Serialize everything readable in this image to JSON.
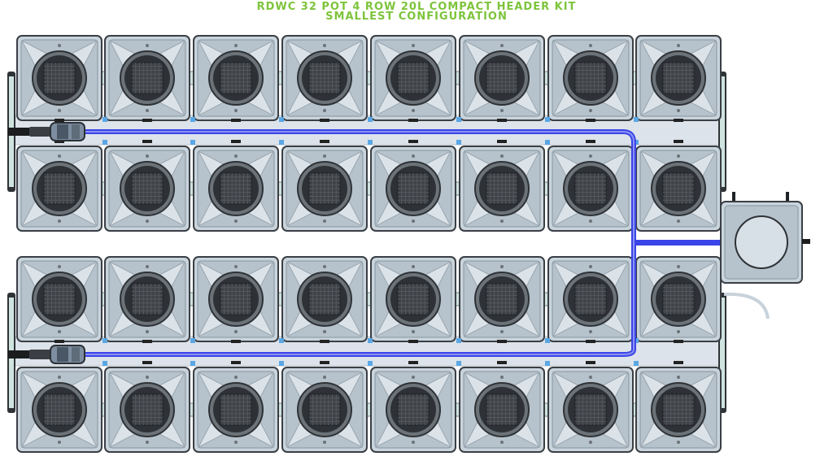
{
  "title": {
    "line1": "RDWC 32 POT 4 ROW 20L COMPACT HEADER KIT",
    "line2": "SMALLEST CONFIGURATION"
  },
  "colors": {
    "title": "#7dc43b",
    "pot_body": "#c9d4dc",
    "pot_face": "#b6c3cc",
    "pot_outline": "#3a3f44",
    "net_pot": "#2e3236",
    "net_pot_grid": "#55595e",
    "pipe_blue": "#3a44e8",
    "pipe_light": "#dde3ea",
    "connector_blue": "#5aa7e6",
    "pump_grey": "#7d8ea0",
    "reservoir_body": "#c9d4dc"
  },
  "layout_info": {
    "rows": 4,
    "pots_per_row": 8,
    "total_pots": 32
  }
}
